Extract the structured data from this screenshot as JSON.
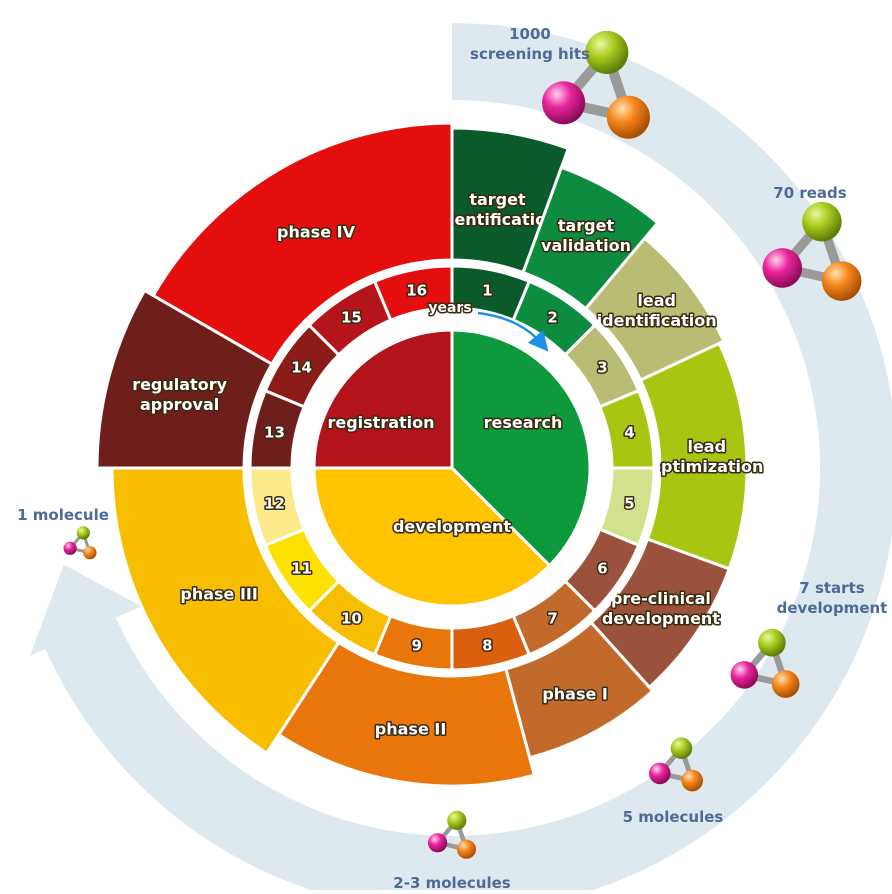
{
  "colors": {
    "funnel_band": "#dde9ee",
    "separator": "#ffffff",
    "label_text": "#ffffff",
    "funnel_text": "#4d6a98",
    "arrow": "#1e90e8"
  },
  "center": {
    "years_label": "years",
    "stages": [
      {
        "label": "research",
        "color": "#0e9a3c"
      },
      {
        "label": "development",
        "color": "#ffc300"
      },
      {
        "label": "registration",
        "color": "#b3141b"
      }
    ]
  },
  "outer_ring": [
    {
      "label": "target identification",
      "lines": [
        "target",
        "identification"
      ],
      "color": "#0a5a2c"
    },
    {
      "label": "target validation",
      "lines": [
        "target",
        "validation"
      ],
      "color": "#0b8c3e"
    },
    {
      "label": "lead identification",
      "lines": [
        "lead",
        "identification"
      ],
      "color": "#b9bd74"
    },
    {
      "label": "lead optimization",
      "lines": [
        "lead",
        "optimization"
      ],
      "color": "#a8c512"
    },
    {
      "label": "pre-clinical development",
      "lines": [
        "pre-clinical",
        "development"
      ],
      "color": "#9a523c"
    },
    {
      "label": "phase I",
      "lines": [
        "phase I"
      ],
      "color": "#c26a2b"
    },
    {
      "label": "phase II",
      "lines": [
        "phase II"
      ],
      "color": "#e8760a"
    },
    {
      "label": "phase III",
      "lines": [
        "phase III"
      ],
      "color": "#f7be00"
    },
    {
      "label": "regulatory approval",
      "lines": [
        "regulatory",
        "approval"
      ],
      "color": "#6f1f1b"
    },
    {
      "label": "phase IV",
      "lines": [
        "phase IV"
      ],
      "color": "#e40e0f"
    }
  ],
  "years_ring": [
    {
      "label": "1",
      "color": "#0a5a2c"
    },
    {
      "label": "2",
      "color": "#0b8c3e"
    },
    {
      "label": "3",
      "color": "#b9bd74"
    },
    {
      "label": "4",
      "color": "#a8c512"
    },
    {
      "label": "5",
      "color": "#d2e18b"
    },
    {
      "label": "6",
      "color": "#9a523c"
    },
    {
      "label": "7",
      "color": "#c26a2b"
    },
    {
      "label": "8",
      "color": "#d9600e"
    },
    {
      "label": "9",
      "color": "#e8760a"
    },
    {
      "label": "10",
      "color": "#f7be00"
    },
    {
      "label": "11",
      "color": "#fde100"
    },
    {
      "label": "12",
      "color": "#fbe98c"
    },
    {
      "label": "13",
      "color": "#6f1f1b"
    },
    {
      "label": "14",
      "color": "#8d1c19"
    },
    {
      "label": "15",
      "color": "#b5141a"
    },
    {
      "label": "16",
      "color": "#e40e0f"
    }
  ],
  "funnel": [
    {
      "lines": [
        "1000",
        "screening hits"
      ],
      "molecule_icon": "molecule-icon"
    },
    {
      "lines": [
        "70 reads"
      ],
      "molecule_icon": "molecule-icon"
    },
    {
      "lines": [
        "7 starts",
        "development"
      ],
      "molecule_icon": "molecule-icon"
    },
    {
      "lines": [
        "5 molecules"
      ],
      "molecule_icon": "molecule-icon"
    },
    {
      "lines": [
        "2-3 molecules"
      ],
      "molecule_icon": "molecule-icon"
    },
    {
      "lines": [
        "1 molecule"
      ],
      "molecule_icon": "molecule-icon"
    }
  ]
}
